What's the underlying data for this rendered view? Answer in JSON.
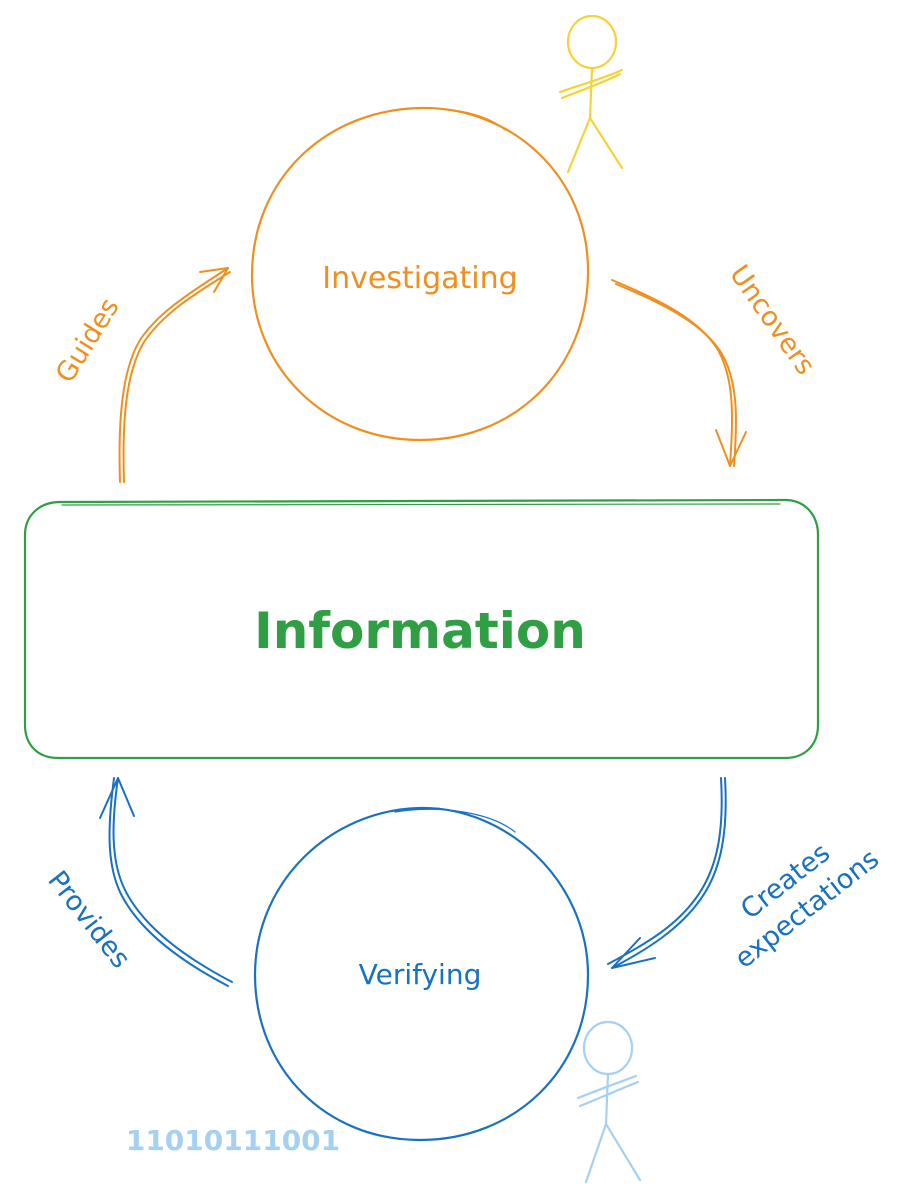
{
  "colors": {
    "orange": "#ee8f1f",
    "green": "#2f9e44",
    "blue": "#1971c2",
    "yellow": "#f5d23a",
    "light_blue": "#a5d0f2"
  },
  "nodes": {
    "investigating": "Investigating",
    "information": "Information",
    "verifying": "Verifying"
  },
  "edges": {
    "guides": "Guides",
    "uncovers": "Uncovers",
    "provides": "Provides",
    "creates_line1": "Creates",
    "creates_line2": "expectations"
  },
  "binary_text": "11010111001",
  "figures": [
    "stick-figure-icon",
    "stick-figure-icon"
  ]
}
